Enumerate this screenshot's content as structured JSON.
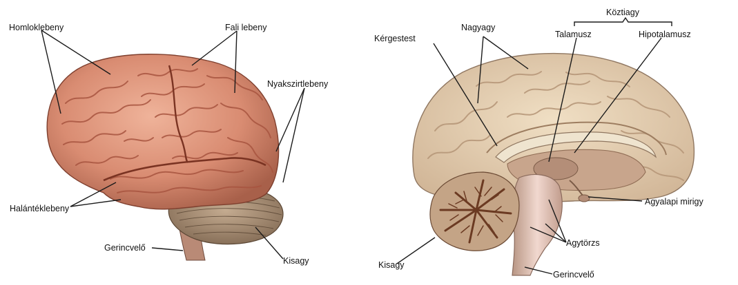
{
  "left_figure": {
    "labels": {
      "frontal": "Homloklebeny",
      "parietal": "Fali lebeny",
      "occipital": "Nyakszirtlebeny",
      "temporal": "Halántéklebeny",
      "spinal_cord": "Gerincvelő",
      "cerebellum": "Kisagy"
    }
  },
  "right_figure": {
    "labels": {
      "diencephalon": "Köztiagy",
      "corpus_callosum": "Kérgestest",
      "cerebrum": "Nagyagy",
      "thalamus": "Talamusz",
      "hypothalamus": "Hipotalamusz",
      "pituitary": "Agyalapi mirigy",
      "brainstem": "Agytörzs",
      "cerebellum": "Kisagy",
      "spinal_cord": "Gerincvelő"
    }
  },
  "colors": {
    "brain_outer": "#d98c72",
    "brain_fold": "#a85540",
    "cerebellum": "#a08870",
    "section_cortex": "#e3cfb0",
    "section_inner": "#c9a98a",
    "arbor": "#6b3a22",
    "line": "#1a1a1a"
  }
}
